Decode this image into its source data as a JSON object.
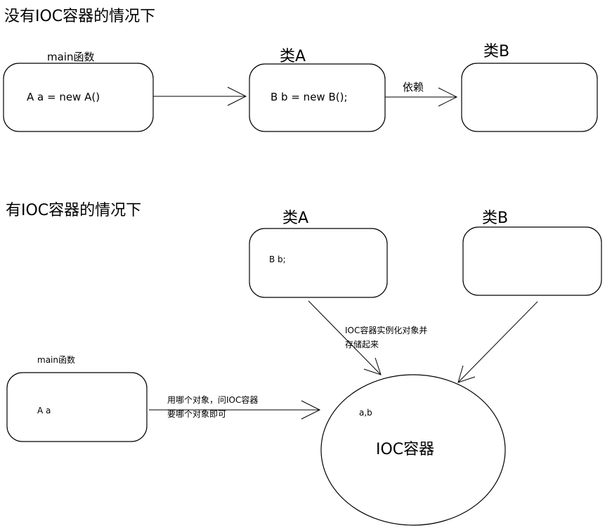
{
  "section1": {
    "heading": "没有IOC容器的情况下",
    "main_label": "main函数",
    "main_code": "A  a = new A()",
    "classA_label": "类A",
    "classA_code": "B b = new B();",
    "classB_label": "类B",
    "dependency_label": "依赖"
  },
  "section2": {
    "heading": "有IOC容器的情况下",
    "classA_label": "类A",
    "classA_code": "B  b;",
    "classB_label": "类B",
    "main_label": "main函数",
    "main_code": "A a",
    "container_note_line1": "IOC容器实例化对象并",
    "container_note_line2": "存储起来",
    "ask_note_line1": "用哪个对象，问IOC容器",
    "ask_note_line2": "要哪个对象即可",
    "container_contents": "a,b",
    "container_label": "IOC容器"
  }
}
